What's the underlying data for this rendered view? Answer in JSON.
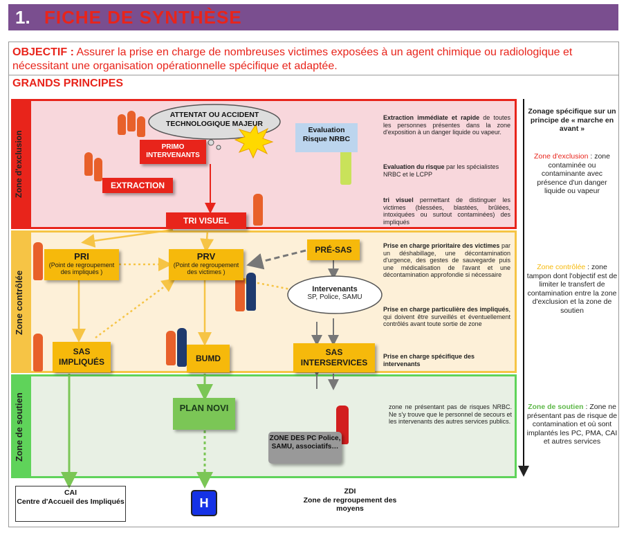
{
  "title": {
    "number": "1.",
    "text": "FICHE DE SYNTHÈSE"
  },
  "objective": {
    "label": "OBJECTIF :",
    "text": "Assurer la prise en charge de nombreuses victimes exposées à un agent chimique ou radiologique et nécessitant une organisation opérationnelle spécifique et adaptée."
  },
  "principles_label": "GRANDS PRINCIPES",
  "zones": {
    "exclusion_label": "Zone d'exclusion",
    "controlled_label": "Zone contrôlée",
    "support_label": "Zone de soutien"
  },
  "exclusion": {
    "cloud": "ATTENTAT OU ACCIDENT TECHNOLOGIQUE MAJEUR",
    "eval_box": "Evaluation Risque NRBC",
    "primo": "PRIMO INTERVENANTS",
    "extraction": "EXTRACTION",
    "tri": "TRI VISUEL",
    "desc1_bold": "Extraction immédiate et rapide",
    "desc1": "de toutes les personnes présentes dans la zone d'exposition à un danger liquide ou vapeur.",
    "desc2_bold": "Evaluation du risque",
    "desc2": "par les spécialistes NRBC et le LCPP",
    "desc3_bold": "tri visuel",
    "desc3": "permettant de distinguer les victimes (blessées, blastées, brûlées, intoxiquées ou surtout contaminées) des impliqués"
  },
  "controlled": {
    "pri_title": "PRI",
    "pri_sub": "(Point de regroupement des impliqués )",
    "prv_title": "PRV",
    "prv_sub": "(Point de regroupement des victimes )",
    "presas": "PRÉ-SAS",
    "intervenants_title": "Intervenants",
    "intervenants_sub": "SP, Police, SAMU",
    "sas_impl": "SAS IMPLIQUÉS",
    "bumd": "BUMD",
    "sas_inter": "SAS INTERSERVICES",
    "desc1_bold": "Prise en charge prioritaire des victimes",
    "desc1": "par un déshabillage, une décontamination d'urgence, des gestes de sauvegarde puis une médicalisation de l'avant et une décontamination approfondie si nécessaire",
    "desc2_bold": "Prise en charge particulière des impliqués",
    "desc2": ", qui doivent être surveillés et éventuellement contrôlés avant toute sortie de zone",
    "desc3_bold": "Prise en charge spécifique des intervenants",
    "desc3": ""
  },
  "support": {
    "plan_novi": "PLAN NOVI",
    "zone_pc": "ZONE DES PC Police, SAMU, associatifs…",
    "desc": "zone ne présentant pas de risques NRBC. Ne s'y trouve que le personnel de secours et les intervenants des autres services publics."
  },
  "bottom": {
    "cai_title": "CAI",
    "cai_sub": "Centre d'Accueil des Impliqués",
    "h": "H",
    "zdi_title": "ZDI",
    "zdi_sub": "Zone de regroupement des moyens"
  },
  "side": {
    "header": "Zonage spécifique sur un principe de « marche en avant »",
    "excl_title": "Zone d'exclusion",
    "excl_text": "zone contaminée ou contaminante avec présence d'un danger liquide ou vapeur",
    "ctrl_title": "Zone contrôlée",
    "ctrl_text": "zone tampon dont l'objectif est de limiter le transfert de contamination entre la zone d'exclusion et la zone de soutien",
    "sout_title": "Zone de soutien",
    "sout_text": "Zone ne présentant pas de risque de contamination et où sont implantés les PC, PMA, CAI et autres services"
  },
  "colors": {
    "accent_red": "#e8241b",
    "purple": "#7a4e8f",
    "yellow": "#f6b90b",
    "green": "#7bc656"
  }
}
